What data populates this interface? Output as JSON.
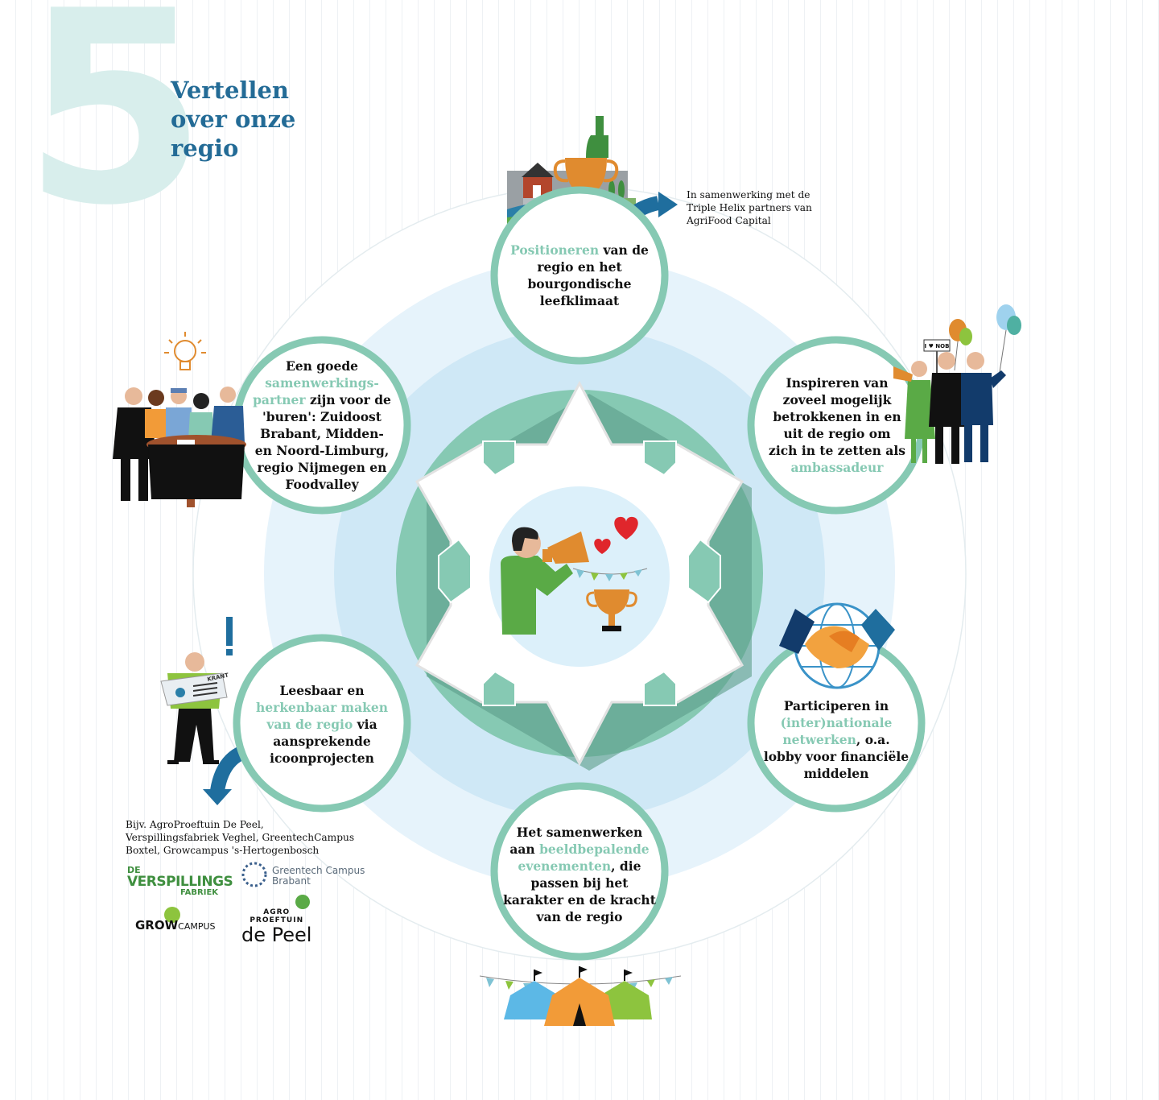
{
  "header": {
    "number": "5",
    "title_lines": [
      "Vertellen",
      "over onze",
      "regio"
    ]
  },
  "colors": {
    "title_blue": "#236b96",
    "accent_green": "#86c9b3",
    "ring_teal": "#86c9b3",
    "light_blue": "#cfe8f6",
    "number_tint": "#d8eeec"
  },
  "circles": {
    "top": {
      "lead": "Positioneren",
      "rest": " van de regio en het bourgondische leefklimaat"
    },
    "upper_right": {
      "pre": "Inspireren van zoveel mogelijk betrokkenen in en uit de regio om zich in te zetten als ",
      "hl": "ambassadeur"
    },
    "lower_right": {
      "pre": "Participeren in ",
      "hl": "(inter)nationale netwerken",
      "post": ", o.a. lobby voor financiële middelen"
    },
    "bottom": {
      "pre": "Het samenwerken aan ",
      "hl": "beeldbepalende evenementen",
      "post": ", die passen bij het karakter en de kracht van de regio"
    },
    "lower_left": {
      "pre": "Leesbaar en ",
      "hl": "herkenbaar maken van de regio",
      "post": " via aansprekende icoonprojecten"
    },
    "upper_left": {
      "pre": "Een goede ",
      "hl": "samenwerkings-partner",
      "post": " zijn voor de 'buren': Zuidoost Brabant, Midden- en Noord-Limburg, regio Nijmegen en Foodvalley"
    }
  },
  "notes": {
    "top_right": "In samenwerking met de Triple Helix partners van AgriFood Capital",
    "bottom_left": "Bijv. AgroProeftuin De Peel, Verspillingsfabriek Veghel, GreentechCampus Boxtel, Growcampus 's-Hertogenbosch"
  },
  "logos": {
    "verspillingsfabriek": {
      "line1": "DE",
      "line2": "VERSPILLINGS",
      "line3": "FABRIEK"
    },
    "greentech": {
      "line1": "Greentech Campus",
      "line2": "Brabant"
    },
    "growcampus": {
      "line1": "GROW",
      "line2": "CAMPUS"
    },
    "agroproeftuin": {
      "line1": "AGRO",
      "line2": "PROEFTUIN",
      "line3": "de Peel"
    }
  },
  "sign_text": "I ♥ NOB",
  "newspaper_text": "KRANT",
  "icons": [
    "trophy-icon",
    "wine-bottle-icon",
    "farm-icon",
    "arrow-icon",
    "balloons-icon",
    "ambassadors-icon",
    "handshake-globe-icon",
    "tents-icon",
    "newspaper-reader-icon",
    "meeting-table-icon",
    "lightbulb-icon",
    "megaphone-person-icon",
    "hearts-icon"
  ]
}
